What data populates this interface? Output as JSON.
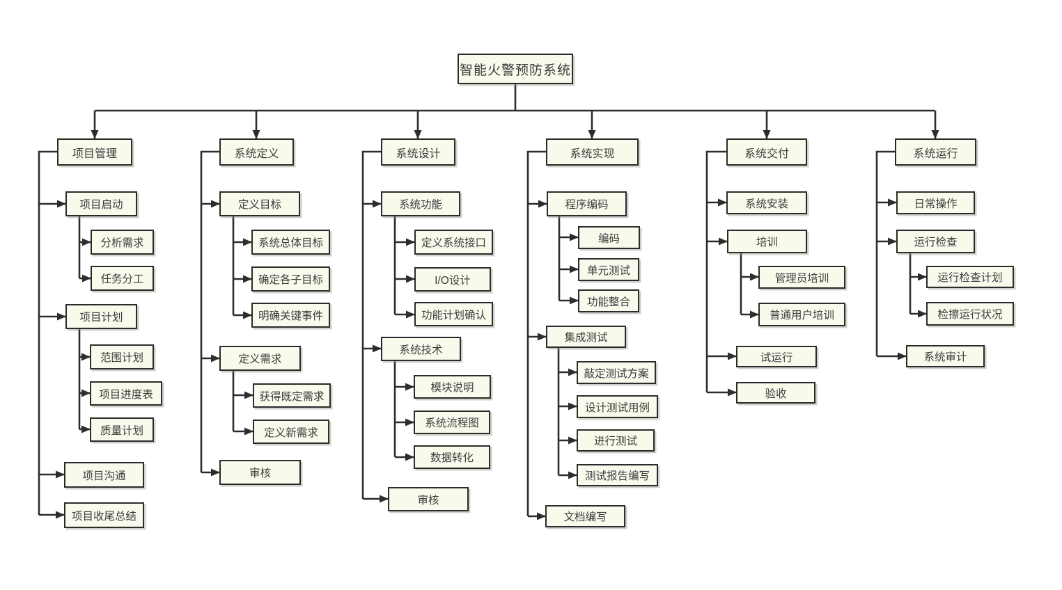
{
  "tree": {
    "root": "智能火警预防系统",
    "branches": [
      {
        "label": "项目管理",
        "children": [
          {
            "label": "项目启动",
            "children": [
              {
                "label": "分析需求"
              },
              {
                "label": "任务分工"
              }
            ]
          },
          {
            "label": "项目计划",
            "children": [
              {
                "label": "范围计划"
              },
              {
                "label": "项目进度表"
              },
              {
                "label": "质量计划"
              }
            ]
          },
          {
            "label": "项目沟通"
          },
          {
            "label": "项目收尾总结"
          }
        ]
      },
      {
        "label": "系统定义",
        "children": [
          {
            "label": "定义目标",
            "children": [
              {
                "label": "系统总体目标"
              },
              {
                "label": "确定各子目标"
              },
              {
                "label": "明确关键事件"
              }
            ]
          },
          {
            "label": "定义需求",
            "children": [
              {
                "label": "获得既定需求"
              },
              {
                "label": "定义新需求"
              }
            ]
          },
          {
            "label": "审核"
          }
        ]
      },
      {
        "label": "系统设计",
        "children": [
          {
            "label": "系统功能",
            "children": [
              {
                "label": "定义系统接口"
              },
              {
                "label": "I/O设计"
              },
              {
                "label": "功能计划确认"
              }
            ]
          },
          {
            "label": "系统技术",
            "children": [
              {
                "label": "模块说明"
              },
              {
                "label": "系统流程图"
              },
              {
                "label": "数据转化"
              }
            ]
          },
          {
            "label": "审核"
          }
        ]
      },
      {
        "label": "系统实现",
        "children": [
          {
            "label": "程序编码",
            "children": [
              {
                "label": "编码"
              },
              {
                "label": "单元测试"
              },
              {
                "label": "功能整合"
              }
            ]
          },
          {
            "label": "集成测试",
            "children": [
              {
                "label": "敲定测试方案"
              },
              {
                "label": "设计测试用例"
              },
              {
                "label": "进行测试"
              },
              {
                "label": "测试报告编写"
              }
            ]
          },
          {
            "label": "文档编写"
          }
        ]
      },
      {
        "label": "系统交付",
        "children": [
          {
            "label": "系统安装"
          },
          {
            "label": "培训",
            "children": [
              {
                "label": "管理员培训"
              },
              {
                "label": "普通用户培训"
              }
            ]
          },
          {
            "label": "试运行"
          },
          {
            "label": "验收"
          }
        ]
      },
      {
        "label": "系统运行",
        "children": [
          {
            "label": "日常操作"
          },
          {
            "label": "运行检查",
            "children": [
              {
                "label": "运行检查计划"
              },
              {
                "label": "检擦运行状况"
              }
            ]
          },
          {
            "label": "系统审计"
          }
        ]
      }
    ]
  },
  "colors": {
    "background": "#ffffff",
    "box_fill": "#fafaec",
    "box_border": "#2b2b2b",
    "connector": "#2d2d2d",
    "text": "#3b3b3b"
  }
}
